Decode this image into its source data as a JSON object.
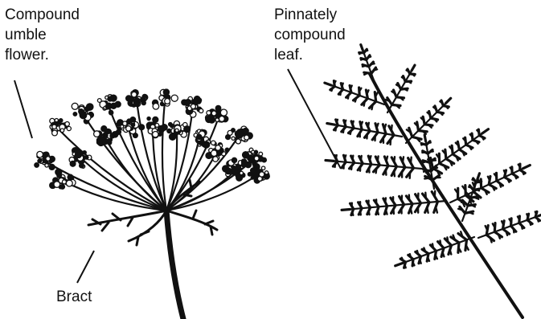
{
  "labels": {
    "flower": "Compound\numble\nflower.",
    "leaf": "Pinnately\ncompound\nleaf.",
    "bract": "Bract"
  },
  "colors": {
    "ink": "#111111",
    "background": "#ffffff"
  }
}
